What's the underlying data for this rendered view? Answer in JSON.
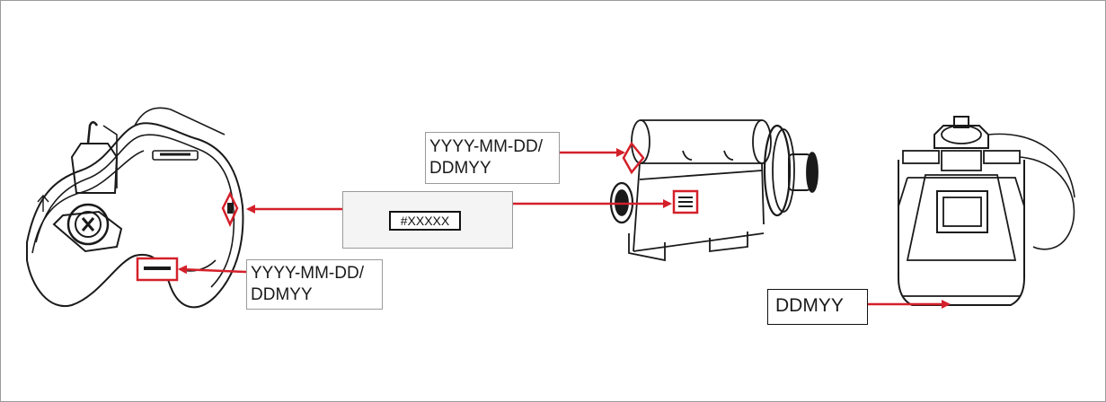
{
  "labels": {
    "left_date_line1": "YYYY-MM-DD/",
    "left_date_line2": "DDMYY",
    "center_date_line1": "YYYY-MM-DD/",
    "center_date_line2": "DDMYY",
    "right_date": "DDMYY",
    "serial": "#XXXXX"
  },
  "colors": {
    "arrow": "#d4202a",
    "outline": "#1a1a1a",
    "frame": "#9a9a9a",
    "box_fill": "#f4f4f4"
  },
  "icons": {
    "left_device": "pool-pump-curved-housing",
    "center_device": "cylindrical-chlorinator-cell",
    "right_device": "sand-filter-tank"
  }
}
